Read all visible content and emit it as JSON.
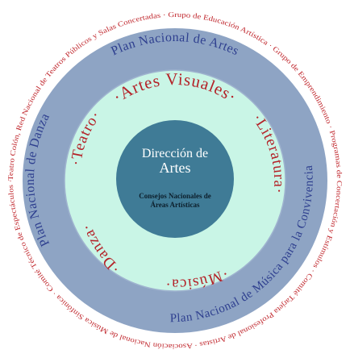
{
  "outer_ring_text": "Teatro Colón, Red Nacional de Teatros Públicos y Salas Concertadas · Grupo de Educación Artística · Grupo de Emprendimiento · Programas de Concertación y Estímulos · Comité Tarjeta Profesional de Artistas · Asociación Nacional de Música Sinfónica · Comité Técnico de Espectáculos ·",
  "plans": {
    "artes": "Plan Nacional de Artes",
    "danza": "Plan Nacional de Danza",
    "musica": "Plan Nacional de Música para la Convivencia"
  },
  "areas": {
    "artes_visuales": "·Artes Visuales·",
    "literatura": "·Literatura·",
    "musica": "·Música·",
    "danza": "·Danza·",
    "teatro": "·Teatro·"
  },
  "center": {
    "title_line1": "Dirección de",
    "title_line2": "Artes",
    "subtitle_line1": "Consejos Nacionales de",
    "subtitle_line2": "Áreas Artísticas"
  },
  "colors": {
    "outer_ring_bg": "#ffffff",
    "outer_ring_text": "#c0272d",
    "blue_ring": "#8ea4c4",
    "blue_ring_text": "#2e3f8f",
    "mint_ring": "#c9f5e6",
    "area_text": "#b42228",
    "center_circle": "#3f7b96",
    "center_text": "#ffffff",
    "center_subtext": "#0c1f2c"
  }
}
